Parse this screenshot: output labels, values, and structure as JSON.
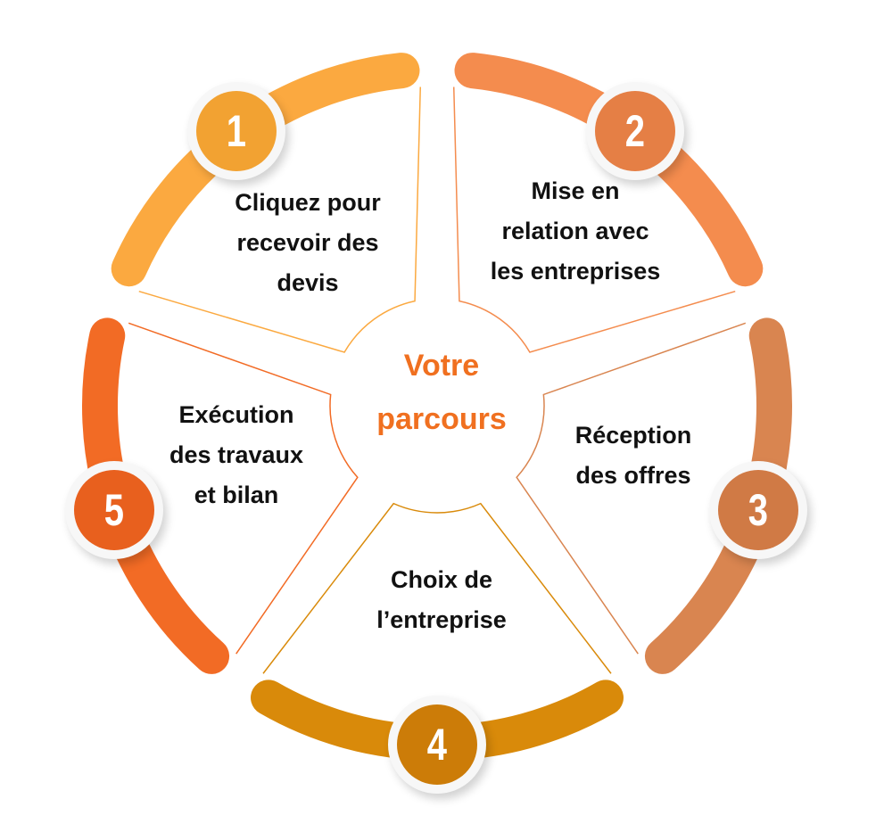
{
  "center_title": [
    "Votre",
    "parcours"
  ],
  "colors": {
    "center_title": "#F07020"
  },
  "steps": [
    {
      "number": "1",
      "lines": [
        "Cliquez pour",
        "recevoir des",
        "devis"
      ],
      "color": "#FBA940",
      "badge": "#F2A232"
    },
    {
      "number": "2",
      "lines": [
        "Mise en",
        "relation avec",
        "les entreprises"
      ],
      "color": "#F48C4E",
      "badge": "#E57F45"
    },
    {
      "number": "3",
      "lines": [
        "Réception",
        "des offres"
      ],
      "color": "#D98550",
      "badge": "#D07A45"
    },
    {
      "number": "4",
      "lines": [
        "Choix de",
        "l’entreprise"
      ],
      "color": "#D98A0A",
      "badge": "#CC7C08"
    },
    {
      "number": "5",
      "lines": [
        "Exécution",
        "des travaux",
        "et bilan"
      ],
      "color": "#F26B25",
      "badge": "#E8601E"
    }
  ]
}
